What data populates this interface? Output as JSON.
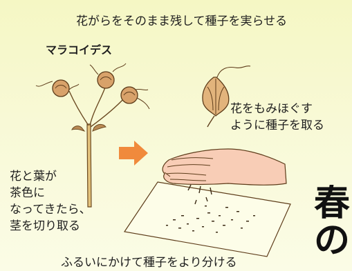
{
  "headline": "花がらをそのまま残して種子を実らせる",
  "plant_name": "マラコイデス",
  "rub_label_lines": [
    "花をもみほぐす",
    "ように種子を取る"
  ],
  "cut_label_lines": [
    "花と葉が",
    "茶色に",
    "なってきたら、",
    "茎を切り取る"
  ],
  "sieve_label": "ふるいにかけて種子をより分ける",
  "side_title_chars": [
    "春",
    "の"
  ],
  "colors": {
    "background": "#f6f8c8",
    "arrow": "#f08a3c",
    "stem": "#d9b56a",
    "seed_head": "#c9925a",
    "hand": "#f7cdb8"
  },
  "icons": [
    "plant-illustration",
    "dried-flower-icon",
    "right-arrow-icon",
    "hand-illustration",
    "sieve-illustration"
  ]
}
